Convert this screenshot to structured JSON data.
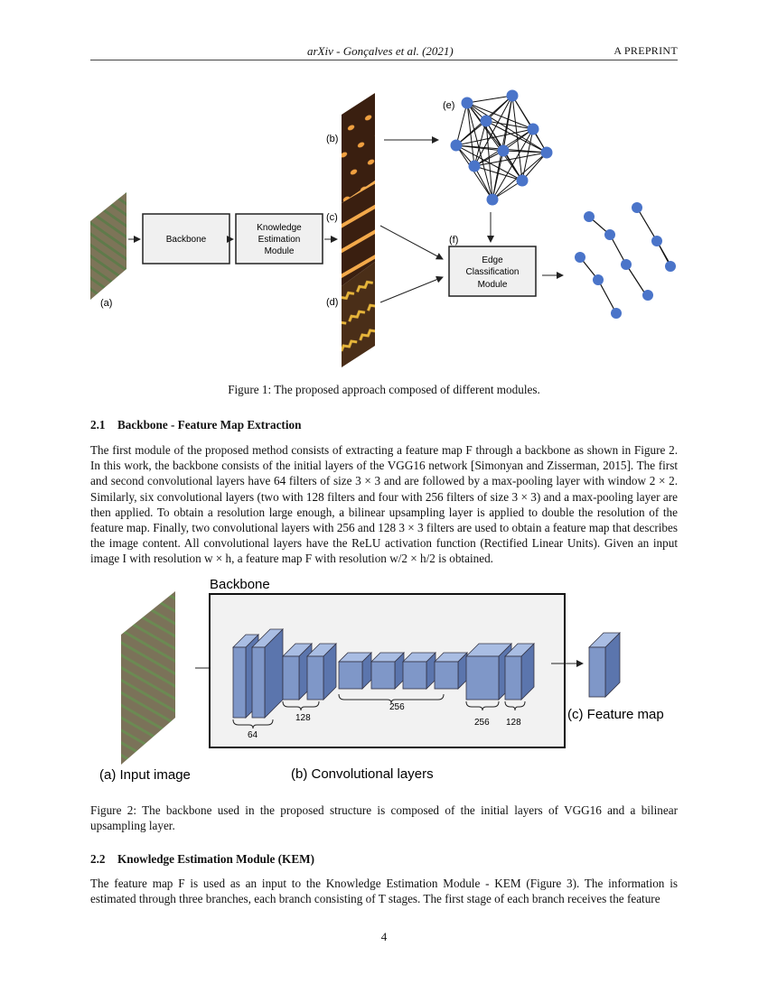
{
  "header": {
    "left": "arXiv - Gonçalves et al. (2021)",
    "right": "A PREPRINT"
  },
  "figure1": {
    "backbone_label": "Backbone",
    "kem_label_lines": [
      "Knowledge",
      "Estimation",
      "Module"
    ],
    "ecm_label_lines": [
      "Edge",
      "Classification",
      "Module"
    ],
    "panel_labels": {
      "a": "(a)",
      "b": "(b)",
      "c": "(c)",
      "d": "(d)",
      "e": "(e)",
      "f": "(f)"
    },
    "caption": "Figure 1: The proposed approach composed of different modules."
  },
  "section_2_1": {
    "number": "2.1",
    "title": "Backbone - Feature Map Extraction",
    "paragraph": "The first module of the proposed method consists of extracting a feature map F through a backbone as shown in Figure 2. In this work, the backbone consists of the initial layers of the VGG16 network [Simonyan and Zisserman, 2015]. The first and second convolutional layers have 64 filters of size 3 × 3 and are followed by a max-pooling layer with window 2 × 2. Similarly, six convolutional layers (two with 128 filters and four with 256 filters of size 3 × 3) and a max-pooling layer are then applied. To obtain a resolution large enough, a bilinear upsampling layer is applied to double the resolution of the feature map. Finally, two convolutional layers with 256 and 128 3 × 3 filters are used to obtain a feature map that describes the image content. All convolutional layers have the ReLU activation function (Rectified Linear Units). Given an input image I with resolution w × h, a feature map F with resolution w/2 × h/2 is obtained."
  },
  "figure2": {
    "backbone_title": "Backbone",
    "filter_labels": [
      "64",
      "128",
      "256",
      "256",
      "128"
    ],
    "feature_map_label": "(c) Feature map",
    "input_label": "(a) Input image",
    "conv_label": "(b) Convolutional layers",
    "caption": "Figure 2: The backbone used in the proposed structure is composed of the initial layers of VGG16 and a bilinear upsampling layer."
  },
  "section_2_2": {
    "number": "2.2",
    "title": "Knowledge Estimation Module (KEM)",
    "paragraph": "The feature map F is used as an input to the Knowledge Estimation Module - KEM (Figure 3). The information is estimated through three branches, each branch consisting of T stages. The first stage of each branch receives the feature"
  },
  "page_number": "4",
  "colors": {
    "node_blue": "#4a74c9",
    "layer_front": "#7f97c8",
    "layer_top": "#a9bde3",
    "layer_side": "#5b75ad",
    "field_green": "#7a8a5a"
  }
}
